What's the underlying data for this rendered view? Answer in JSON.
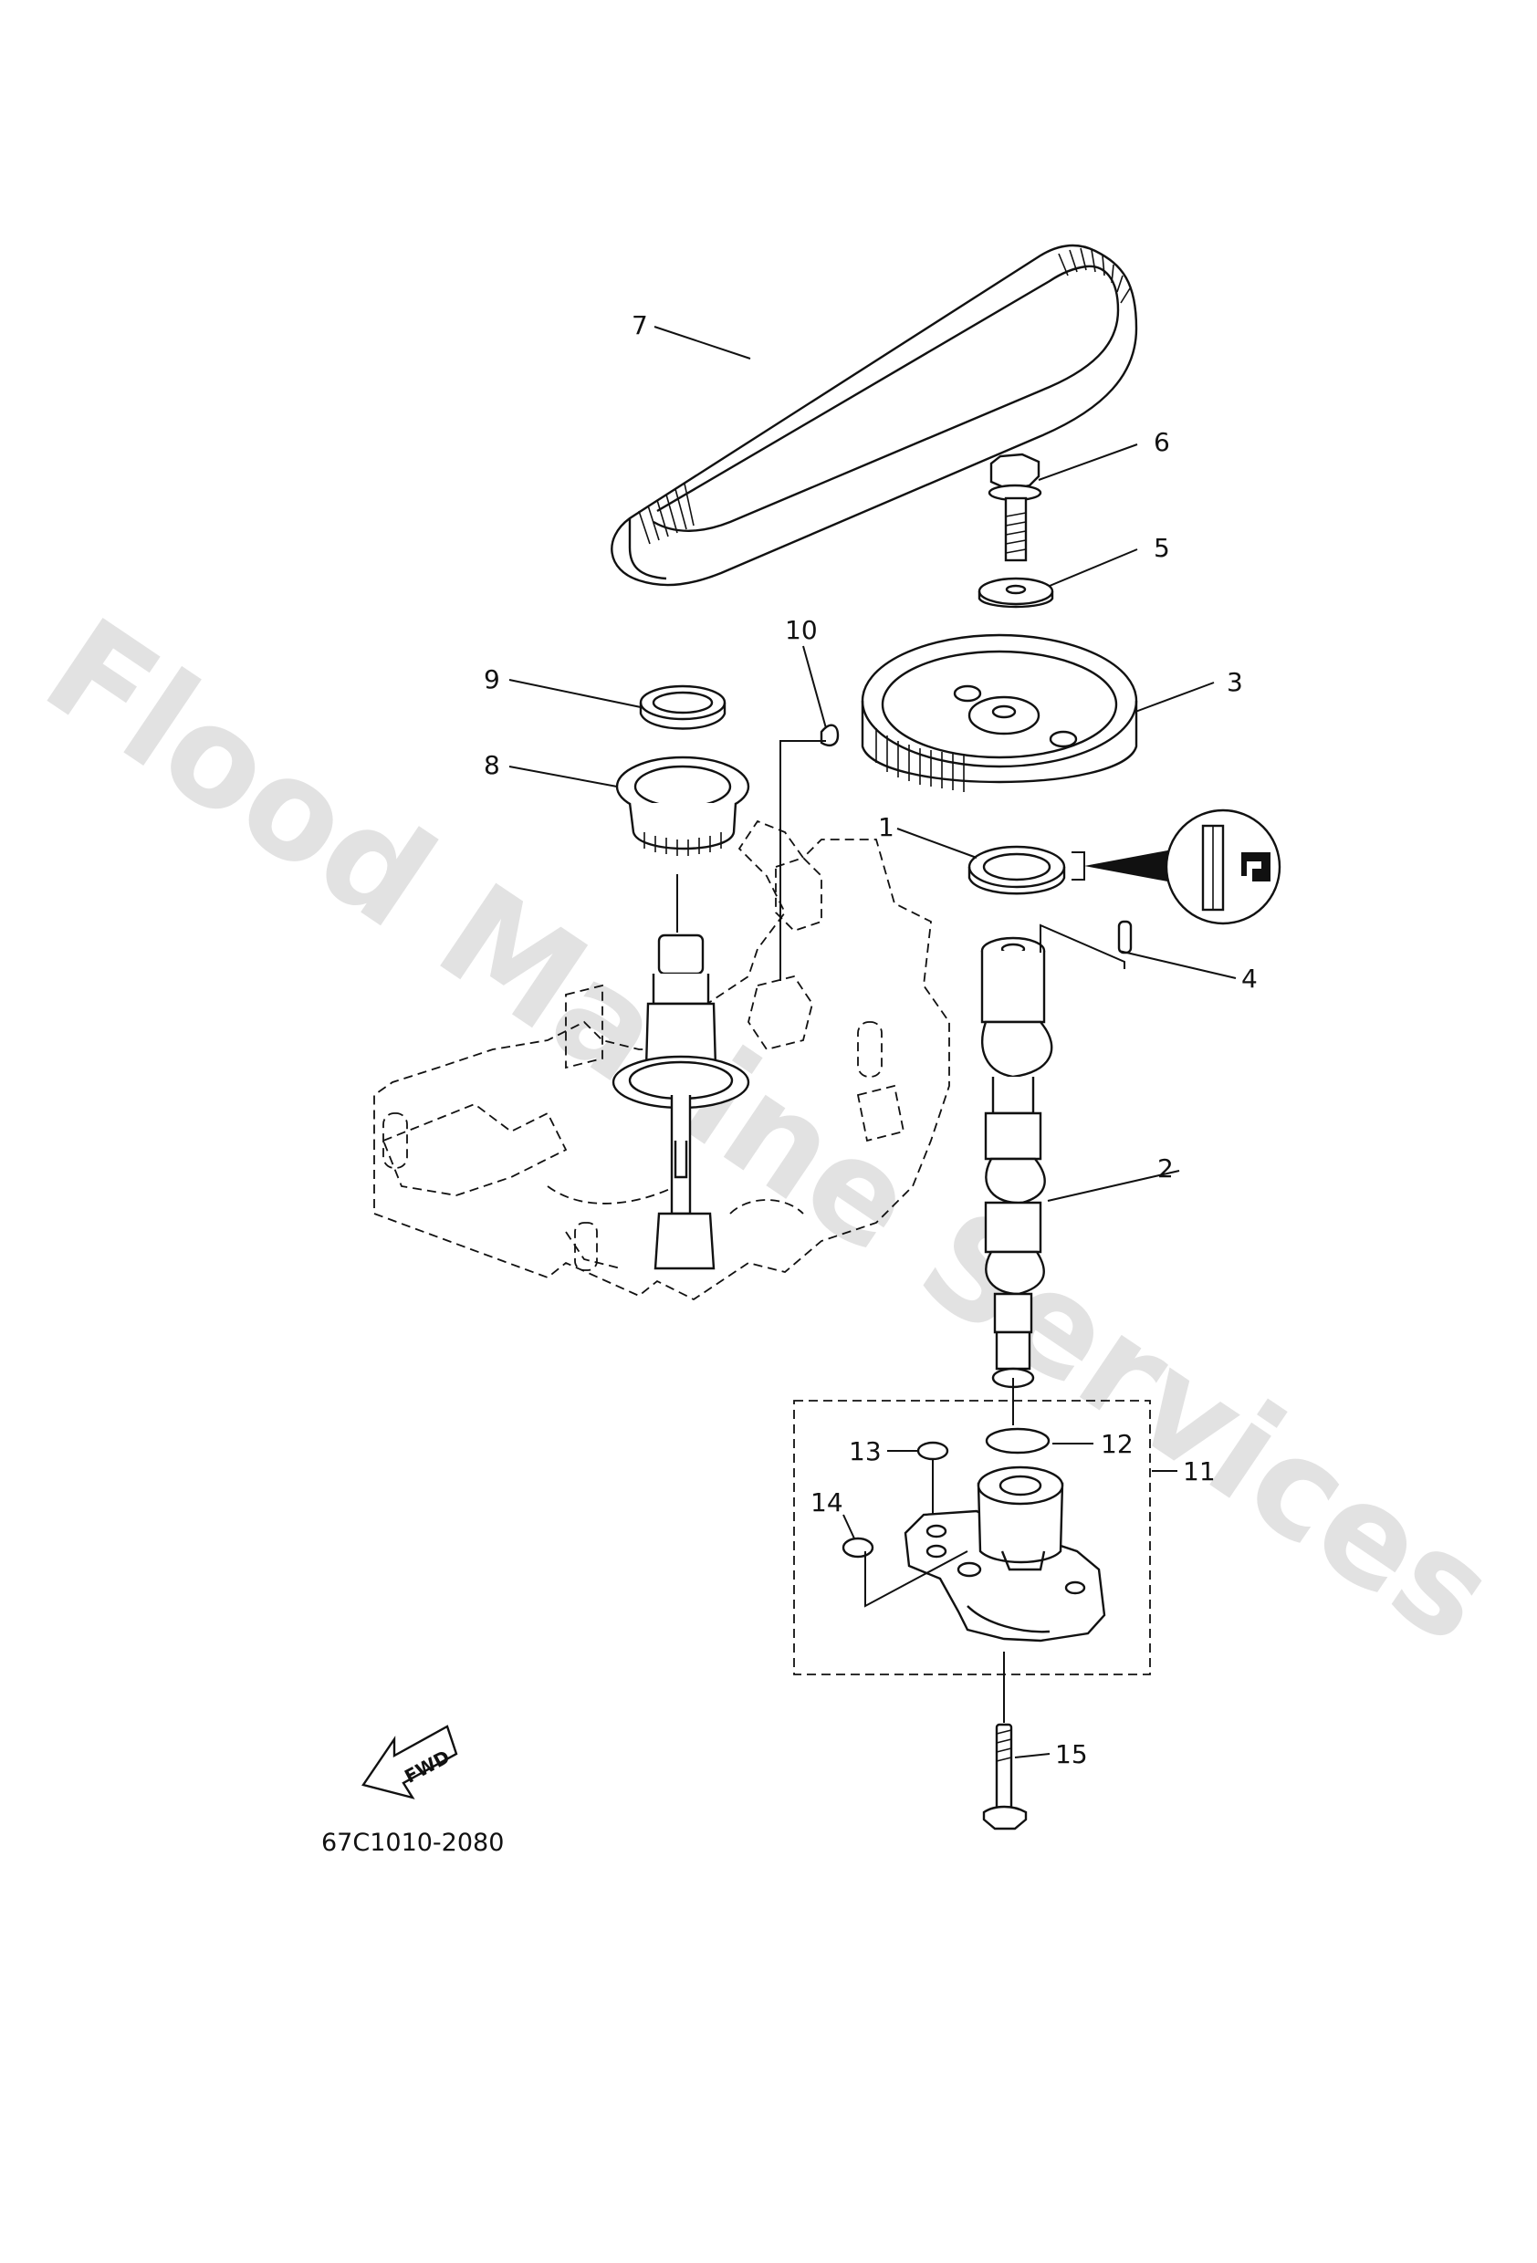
{
  "watermark": "Flood Marine Services",
  "diagram_code": "67C1010-2080",
  "fwd_label": "FWD",
  "callouts": [
    "1",
    "2",
    "3",
    "4",
    "5",
    "6",
    "7",
    "8",
    "9",
    "10",
    "11",
    "12",
    "13",
    "14",
    "15"
  ]
}
